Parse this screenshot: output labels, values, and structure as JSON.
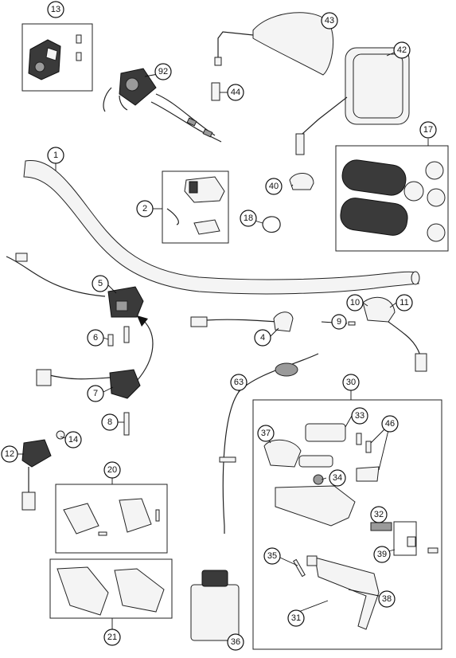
{
  "callouts": {
    "c1": "1",
    "c2": "2",
    "c4": "4",
    "c5": "5",
    "c6": "6",
    "c7": "7",
    "c8": "8",
    "c9": "9",
    "c10": "10",
    "c11": "11",
    "c12": "12",
    "c13": "13",
    "c14": "14",
    "c17": "17",
    "c18": "18",
    "c20": "20",
    "c21": "21",
    "c30": "30",
    "c31": "31",
    "c32": "32",
    "c33": "33",
    "c34": "34",
    "c35": "35",
    "c36": "36",
    "c37": "37",
    "c38": "38",
    "c39": "39",
    "c40": "40",
    "c42": "42",
    "c43": "43",
    "c44": "44",
    "c46": "46",
    "c63": "63",
    "c92": "92"
  },
  "colors": {
    "line": "#222222",
    "fill_light": "#f4f4f4",
    "fill_dark": "#3a3a3a"
  }
}
